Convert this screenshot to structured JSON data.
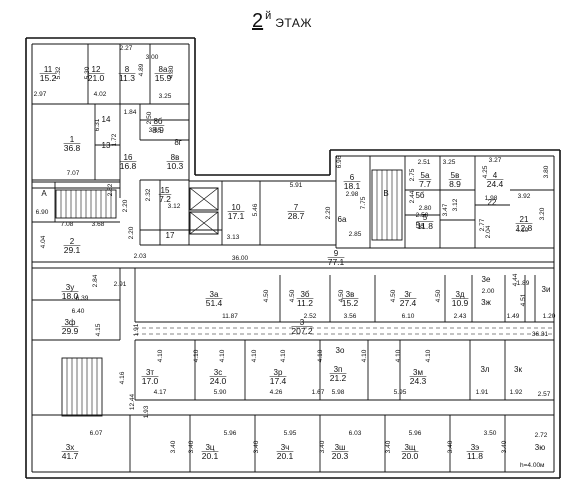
{
  "title": {
    "number": "2",
    "suffix": "й",
    "word": "ЭТАЖ"
  },
  "rooms": [
    {
      "id": "11",
      "area": "15.2"
    },
    {
      "id": "12",
      "area": "21.0"
    },
    {
      "id": "8",
      "area": "11.3"
    },
    {
      "id": "8а",
      "area": "15.9"
    },
    {
      "id": "1",
      "area": "36.8"
    },
    {
      "id": "14",
      "area": ""
    },
    {
      "id": "13",
      "area": ""
    },
    {
      "id": "8б",
      "area": "8.9"
    },
    {
      "id": "16",
      "area": "16.8"
    },
    {
      "id": "8в",
      "area": "10.3"
    },
    {
      "id": "8г",
      "area": ""
    },
    {
      "id": "15",
      "area": "7.2"
    },
    {
      "id": "17",
      "area": ""
    },
    {
      "id": "A",
      "area": ""
    },
    {
      "id": "2",
      "area": "29.1"
    },
    {
      "id": "10",
      "area": "17.1"
    },
    {
      "id": "7",
      "area": "28.7"
    },
    {
      "id": "6",
      "area": "18.1"
    },
    {
      "id": "6а",
      "area": ""
    },
    {
      "id": "B",
      "area": ""
    },
    {
      "id": "5а",
      "area": "7.7"
    },
    {
      "id": "5б",
      "area": ""
    },
    {
      "id": "5в",
      "area": "8.9"
    },
    {
      "id": "5",
      "area": "11.8"
    },
    {
      "id": "5а",
      "area": ""
    },
    {
      "id": "4",
      "area": "24.4"
    },
    {
      "id": "22",
      "area": ""
    },
    {
      "id": "21",
      "area": "12.8"
    },
    {
      "id": "9",
      "area": "77.1"
    },
    {
      "id": "3у",
      "area": "18.0"
    },
    {
      "id": "3ф",
      "area": "29.9"
    },
    {
      "id": "3а",
      "area": "51.4"
    },
    {
      "id": "3б",
      "area": "11.2"
    },
    {
      "id": "3в",
      "area": "15.2"
    },
    {
      "id": "3г",
      "area": "27.4"
    },
    {
      "id": "3д",
      "area": "10.9"
    },
    {
      "id": "3е",
      "area": ""
    },
    {
      "id": "3ж",
      "area": ""
    },
    {
      "id": "3и",
      "area": ""
    },
    {
      "id": "3",
      "area": "207.2"
    },
    {
      "id": "3т",
      "area": "17.0"
    },
    {
      "id": "3с",
      "area": "24.0"
    },
    {
      "id": "3р",
      "area": "17.4"
    },
    {
      "id": "3п",
      "area": "21.2"
    },
    {
      "id": "3о",
      "area": ""
    },
    {
      "id": "3м",
      "area": "24.3"
    },
    {
      "id": "3л",
      "area": ""
    },
    {
      "id": "3к",
      "area": ""
    },
    {
      "id": "3х",
      "area": "41.7"
    },
    {
      "id": "3ц",
      "area": "20.1"
    },
    {
      "id": "3ч",
      "area": "20.1"
    },
    {
      "id": "3ш",
      "area": "20.3"
    },
    {
      "id": "3щ",
      "area": "20.0"
    },
    {
      "id": "3э",
      "area": "11.8"
    },
    {
      "id": "3ю",
      "area": ""
    }
  ],
  "dimensions": [
    "5.32",
    "5.30",
    "2.97",
    "4.02",
    "2.27",
    "3.00",
    "4.89",
    "4.80",
    "3.25",
    "1.84",
    "6.31",
    "1.72",
    "2.50",
    "3.65",
    "7.07",
    "2.82",
    "6.90",
    "7.08",
    "3.68",
    "2.32",
    "3.12",
    "2.20",
    "4.04",
    "2.20",
    "3.13",
    "5.46",
    "5.91",
    "2.20",
    "6.96",
    "2.98",
    "7.75",
    "2.85",
    "2.51",
    "2.75",
    "3.25",
    "3.27",
    "4.25",
    "3.80",
    "2.44",
    "2.80",
    "2.50",
    "3.47",
    "3.12",
    "1.98",
    "3.92",
    "2.04",
    "2.77",
    "4.10",
    "3.20",
    "2.03",
    "36.00",
    "2.84",
    "2.91",
    "6.39",
    "6.40",
    "4.15",
    "11.87",
    "4.50",
    "4.50",
    "2.52",
    "4.50",
    "3.56",
    "4.50",
    "6.10",
    "4.50",
    "2.43",
    "2.00",
    "1.89",
    "4.44",
    "4.51",
    "1.49",
    "1.20",
    "1.91",
    "36.31",
    "4.16",
    "4.10",
    "4.10",
    "4.10",
    "4.10",
    "4.10",
    "4.10",
    "4.10",
    "4.10",
    "4.10",
    "4.17",
    "5.90",
    "4.26",
    "1.67",
    "5.98",
    "5.95",
    "1.91",
    "1.92",
    "2.57",
    "12.44",
    "1.93",
    "6.07",
    "5.96",
    "5.95",
    "6.03",
    "5.96",
    "3.50",
    "2.72",
    "3.40",
    "3.40",
    "3.40",
    "3.40",
    "3.40",
    "3.40",
    "3.40"
  ],
  "height_note": "h=4.00м"
}
